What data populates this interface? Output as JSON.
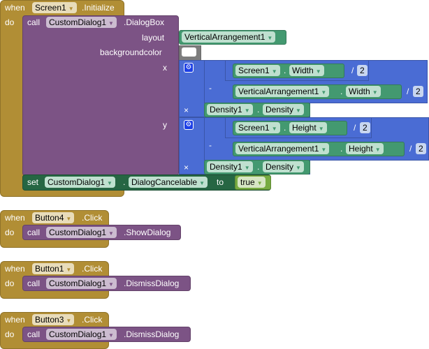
{
  "blocks": {
    "init": {
      "when": "when",
      "component": "Screen1",
      "event": ".Initialize",
      "do": "do",
      "call": {
        "keyword": "call",
        "component": "CustomDialog1",
        "method": ".DialogBox",
        "args": {
          "layout_label": "layout",
          "layout_value": "VerticalArrangement1",
          "backgroundcolor_label": "backgroundcolor",
          "backgroundcolor_value": "#ffffff",
          "x_label": "x",
          "y_label": "y"
        },
        "x_expr": {
          "div1": {
            "component": "Screen1",
            "property": "Width",
            "op": "/",
            "value": "2"
          },
          "minus_op": "-",
          "div2": {
            "component": "VerticalArrangement1",
            "property": "Width",
            "op": "/",
            "value": "2"
          },
          "times_op": "×",
          "density": {
            "component": "Density1",
            "property": "Density"
          }
        },
        "y_expr": {
          "div1": {
            "component": "Screen1",
            "property": "Height",
            "op": "/",
            "value": "2"
          },
          "minus_op": "-",
          "div2": {
            "component": "VerticalArrangement1",
            "property": "Height",
            "op": "/",
            "value": "2"
          },
          "times_op": "×",
          "density": {
            "component": "Density1",
            "property": "Density"
          }
        }
      },
      "set": {
        "keyword": "set",
        "component": "CustomDialog1",
        "dot": ".",
        "property": "DialogCancelable",
        "to": "to",
        "value": "true"
      }
    },
    "button4": {
      "when": "when",
      "component": "Button4",
      "event": ".Click",
      "do": "do",
      "call": "call",
      "target": "CustomDialog1",
      "method": ".ShowDialog"
    },
    "button1": {
      "when": "when",
      "component": "Button1",
      "event": ".Click",
      "do": "do",
      "call": "call",
      "target": "CustomDialog1",
      "method": ".DismissDialog"
    },
    "button3": {
      "when": "when",
      "component": "Button3",
      "event": ".Click",
      "do": "do",
      "call": "call",
      "target": "CustomDialog1",
      "method": ".DismissDialog"
    }
  },
  "dot": ".",
  "arrow": "▼",
  "gear": "⚙"
}
